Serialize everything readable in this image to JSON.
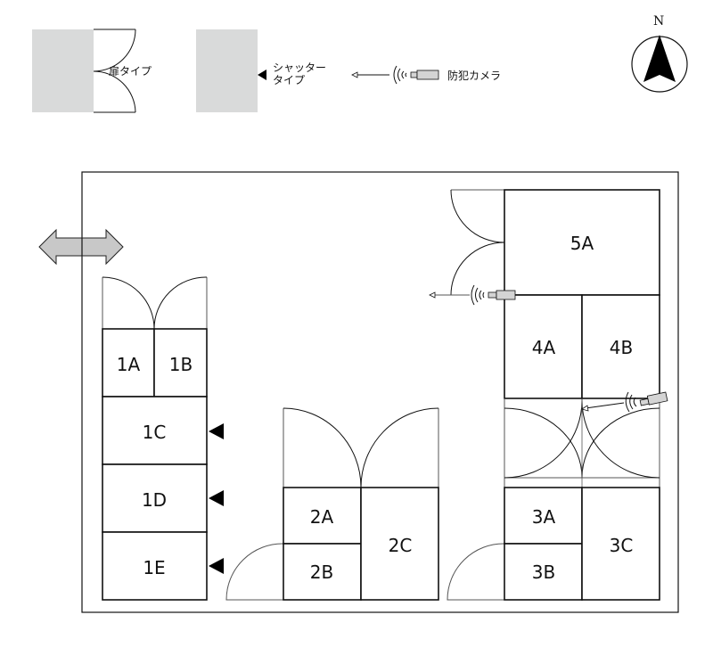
{
  "legend": {
    "door_type_label": "扉タイプ",
    "shutter_type_label_line1": "シャッター",
    "shutter_type_label_line2": "タイプ",
    "camera_label": "防犯カメラ",
    "unit_fill_color": "#d9dada"
  },
  "compass": {
    "label": "N"
  },
  "site": {
    "entrance": "double-arrow-entrance",
    "entrance_color": "#c8c8c8"
  },
  "units": [
    {
      "id": "1A",
      "access": "door"
    },
    {
      "id": "1B",
      "access": "door"
    },
    {
      "id": "1C",
      "access": "shutter"
    },
    {
      "id": "1D",
      "access": "shutter"
    },
    {
      "id": "1E",
      "access": "shutter"
    },
    {
      "id": "2A",
      "access": "door"
    },
    {
      "id": "2B",
      "access": "door"
    },
    {
      "id": "2C",
      "access": "door"
    },
    {
      "id": "3A",
      "access": "door"
    },
    {
      "id": "3B",
      "access": "door"
    },
    {
      "id": "3C",
      "access": "door"
    },
    {
      "id": "4A",
      "access": "door"
    },
    {
      "id": "4B",
      "access": "door"
    },
    {
      "id": "5A",
      "access": "door"
    }
  ],
  "cameras": [
    {
      "name": "camera-5a-4a"
    },
    {
      "name": "camera-4b"
    }
  ]
}
